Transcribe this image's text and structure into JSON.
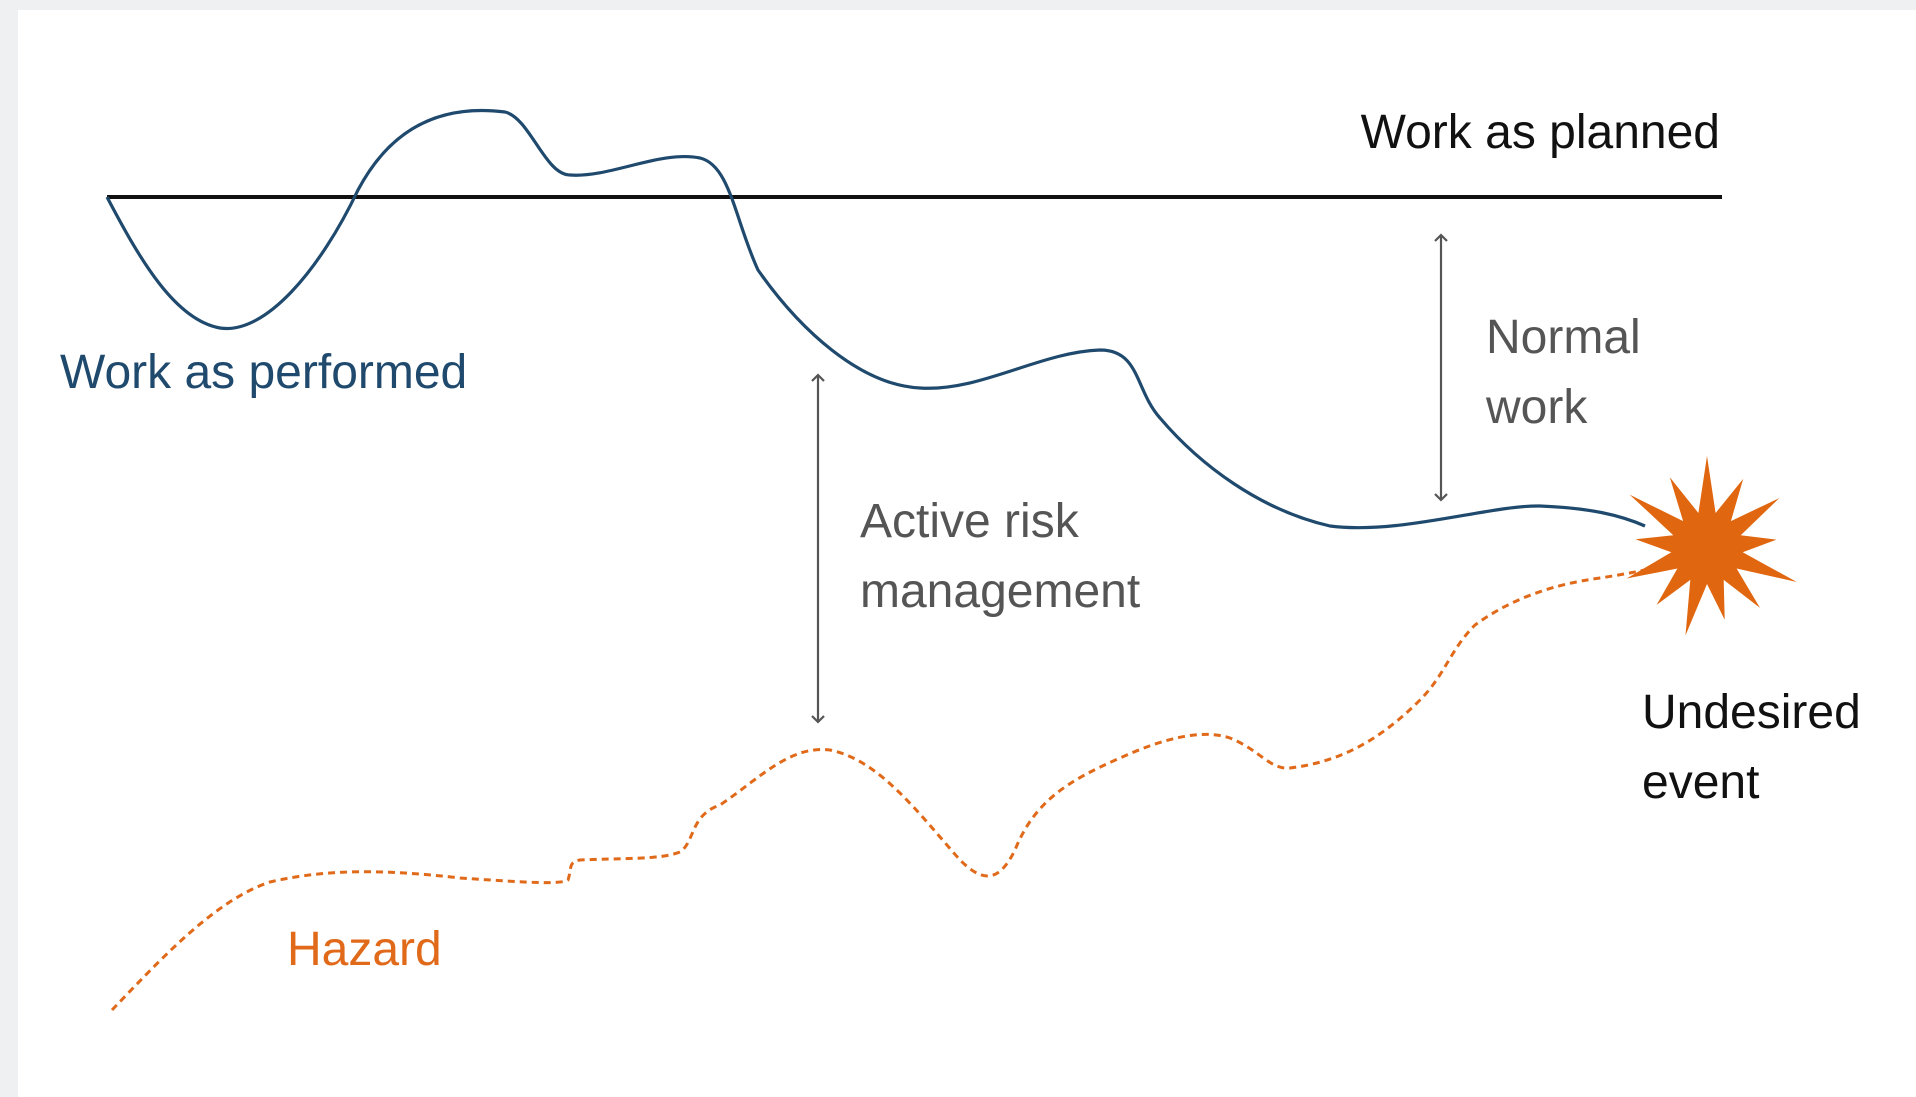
{
  "diagram": {
    "labels": {
      "work_as_planned": "Work as planned",
      "work_as_performed": "Work as performed",
      "normal_work_line1": "Normal",
      "normal_work_line2": "work",
      "active_risk_line1": "Active risk",
      "active_risk_line2": "management",
      "undesired_line1": "Undesired",
      "undesired_line2": "event",
      "hazard": "Hazard"
    },
    "colors": {
      "background": "#eef0f2",
      "panel": "#ffffff",
      "planned_line": "#111111",
      "performed_line": "#1f4a6e",
      "hazard_line": "#e06a1a",
      "burst": "#e0660f",
      "arrow": "#555555",
      "annotation_text": "#555555",
      "dark_text": "#111111"
    },
    "icons": {
      "burst": "explosion-star-icon"
    }
  }
}
